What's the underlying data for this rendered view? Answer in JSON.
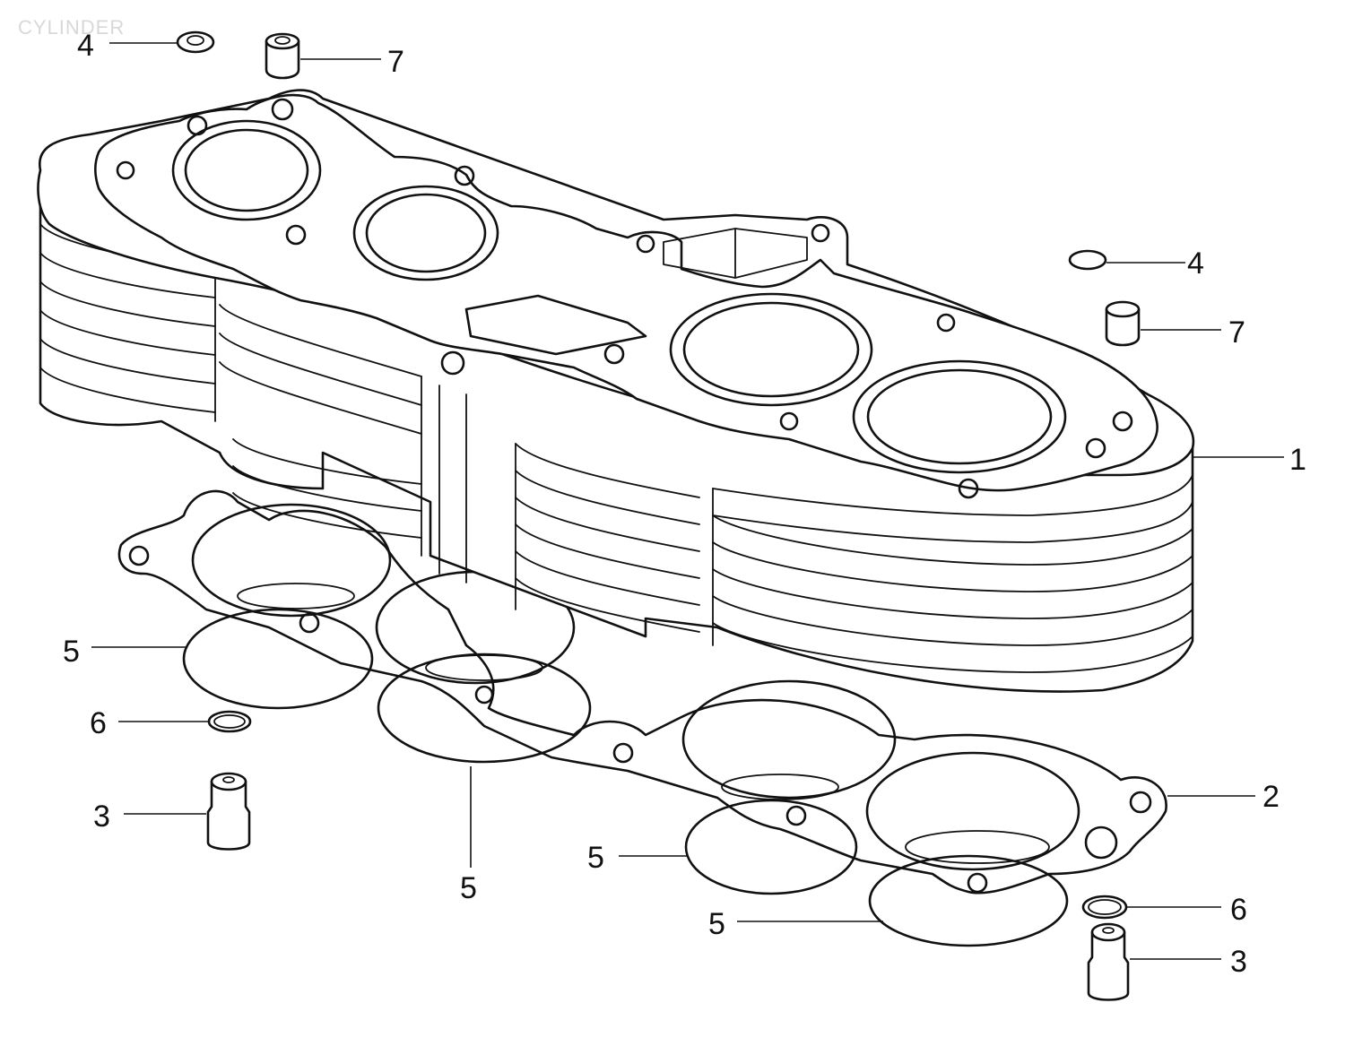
{
  "title": "CYLINDER",
  "callouts": [
    {
      "part": "4",
      "kind": "washer"
    },
    {
      "part": "7",
      "kind": "dowel"
    },
    {
      "part": "4",
      "kind": "washer"
    },
    {
      "part": "7",
      "kind": "dowel"
    },
    {
      "part": "1",
      "kind": "cylinder-block"
    },
    {
      "part": "5",
      "kind": "o-ring"
    },
    {
      "part": "6",
      "kind": "o-ring-small"
    },
    {
      "part": "3",
      "kind": "dowel-pin"
    },
    {
      "part": "5",
      "kind": "o-ring"
    },
    {
      "part": "2",
      "kind": "gasket"
    },
    {
      "part": "5",
      "kind": "o-ring"
    },
    {
      "part": "5",
      "kind": "o-ring"
    },
    {
      "part": "6",
      "kind": "o-ring-small"
    },
    {
      "part": "3",
      "kind": "dowel-pin"
    }
  ]
}
